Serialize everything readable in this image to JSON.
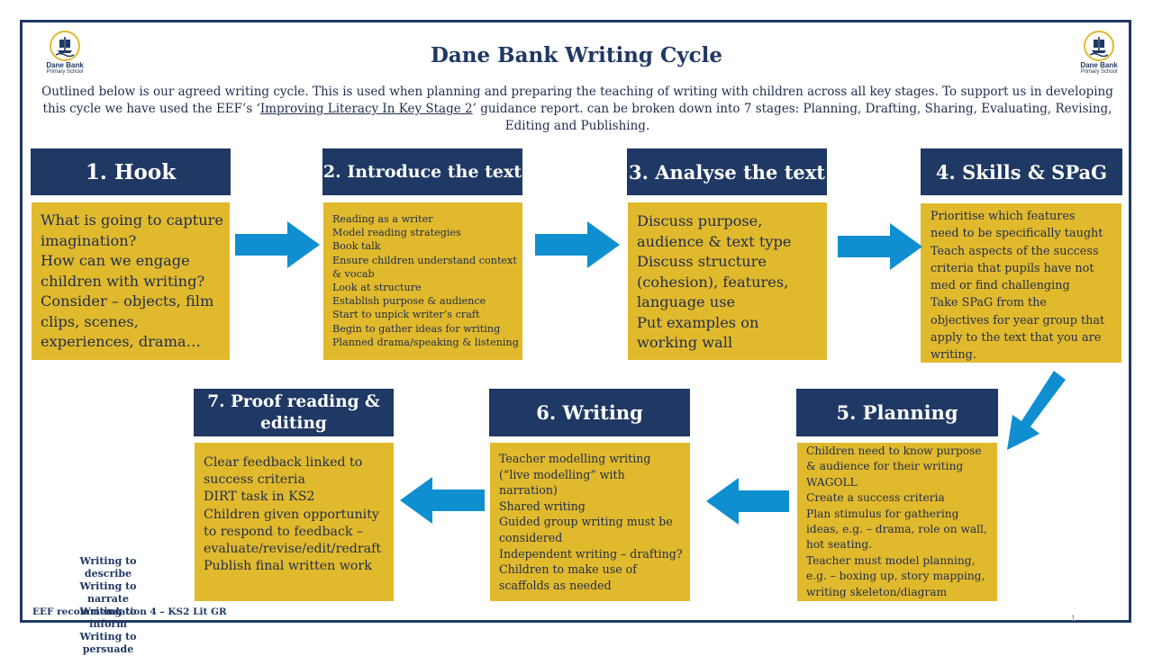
{
  "school": {
    "name": "Dane Bank",
    "sub": "Primary School"
  },
  "title": "Dane Bank Writing Cycle",
  "intro": {
    "before": "Outlined  below is our agreed writing cycle. This is used when planning and preparing the teaching of writing with children across all key stages. To support us in developing this cycle we have used the EEF’s ‘",
    "link": "Improving Literacy In Key Stage 2",
    "after": "’ guidance report. can be broken down into 7 stages: Planning, Drafting, Sharing, Evaluating, Revising, Editing and Publishing."
  },
  "stages": [
    {
      "title": "1. Hook",
      "items": [
        "What is going to capture",
        "imagination?",
        "How can we engage",
        "children with writing?",
        "Consider – objects, film",
        "clips, scenes,",
        "experiences, drama…"
      ]
    },
    {
      "title": "2. Introduce the text",
      "items": [
        "Reading as a writer",
        "Model reading strategies",
        "Book talk",
        "Ensure children understand context",
        "& vocab",
        "Look at structure",
        "Establish purpose & audience",
        "Start to unpick writer’s craft",
        "Begin to gather ideas for writing",
        "Planned drama/speaking & listening"
      ]
    },
    {
      "title": "3. Analyse the text",
      "items": [
        "Discuss purpose,",
        "audience & text type",
        "Discuss structure",
        "(cohesion), features,",
        "language use",
        "Put examples on",
        "working wall"
      ]
    },
    {
      "title": "4. Skills & SPaG",
      "items": [
        "Prioritise which features",
        "need to be specifically taught",
        "Teach aspects of the success",
        "criteria that pupils have not",
        "med or find challenging",
        "Take SPaG from the",
        "objectives for year group that",
        "apply to the text that you are",
        "writing."
      ]
    },
    {
      "title": "5. Planning",
      "items": [
        "Children need to know purpose",
        "& audience for their writing",
        "WAGOLL",
        "Create a success criteria",
        "Plan stimulus for gathering",
        "ideas, e.g. – drama, role on wall,",
        "hot seating.",
        "Teacher must model planning,",
        "e.g. – boxing up, story mapping,",
        "writing skeleton/diagram"
      ]
    },
    {
      "title": "6. Writing",
      "items": [
        "Teacher modelling writing",
        "(“live modelling” with",
        "narration)",
        "Shared writing",
        "Guided group writing must be",
        "considered",
        "Independent writing – drafting?",
        "Children to make use of",
        "scaffolds as needed"
      ]
    },
    {
      "title_line1": "7. Proof reading &",
      "title_line2": "editing",
      "items": [
        "Clear feedback linked to",
        "success criteria",
        "DIRT task in KS2",
        "Children given opportunity",
        "to respond to feedback –",
        "evaluate/revise/edit/redraft",
        "Publish final written work"
      ]
    }
  ],
  "purposes": [
    "Writing to describe",
    "Writing to narrate",
    "Writing to inform",
    "Writing to persuade"
  ],
  "footer": "EEF recommendation 4 – KS2  Lit GR",
  "page_number": "1",
  "colors": {
    "navy": "#1f3864",
    "gold": "#e1b92c",
    "arrow": "#0f8fcf"
  }
}
